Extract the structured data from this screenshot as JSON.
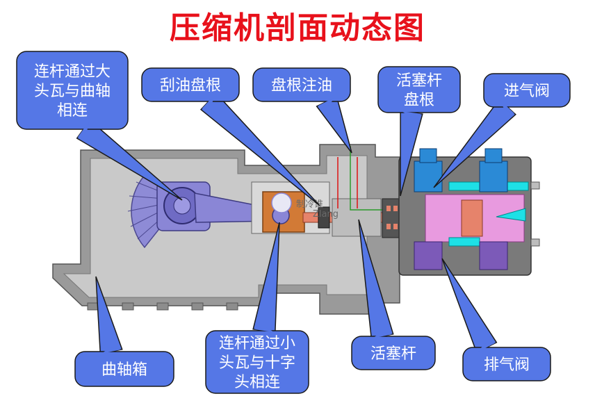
{
  "title": "压缩机剖面动态图",
  "watermark": {
    "text": "制冷谁",
    "sub": "Zlang"
  },
  "colors": {
    "title": "#e8111b",
    "callout_fill": "#5577e6",
    "callout_stroke": "#1a1a1a",
    "callout_text": "#ffffff",
    "body_gray": "#b8b8b8",
    "body_dark": "#6e6e6e",
    "crank": "#8a86d6",
    "crosshead": "#d27a36",
    "rod": "#e6836b",
    "cylinder": "#e89adf",
    "valve_blue": "#2b8ad6",
    "cyan": "#1ee0e6"
  },
  "callouts": [
    {
      "id": "conrod-big-end",
      "lines": [
        "连杆通过大",
        "头瓦与曲轴",
        "相连"
      ]
    },
    {
      "id": "oil-scraper-packing",
      "lines": [
        "刮油盘根"
      ]
    },
    {
      "id": "packing-oil-injection",
      "lines": [
        "盘根注油"
      ]
    },
    {
      "id": "piston-rod-packing",
      "lines": [
        "活塞杆",
        "盘根"
      ]
    },
    {
      "id": "intake-valve",
      "lines": [
        "进气阀"
      ]
    },
    {
      "id": "crankcase",
      "lines": [
        "曲轴箱"
      ]
    },
    {
      "id": "conrod-small-end",
      "lines": [
        "连杆通过小",
        "头瓦与十字",
        "头相连"
      ]
    },
    {
      "id": "piston-rod",
      "lines": [
        "活塞杆"
      ]
    },
    {
      "id": "exhaust-valve",
      "lines": [
        "排气阀"
      ]
    }
  ]
}
